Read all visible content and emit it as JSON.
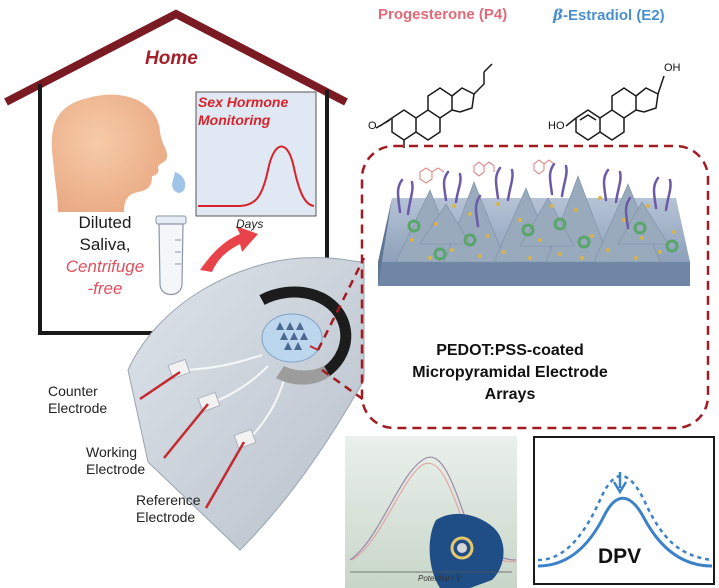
{
  "molecules": {
    "progesterone_title": "Progesterone (P4)",
    "estradiol_beta": "β",
    "estradiol_title": "-Estradiol (E2)",
    "oxygen_left": "O",
    "ho_left": "HO",
    "oh_top": "OH"
  },
  "house": {
    "label": "Home",
    "chart_title": "Sex Hormone Monitoring",
    "chart_xlabel": "Days",
    "saliva_line1": "Diluted",
    "saliva_line2": "Saliva,",
    "saliva_line3": "Centrifuge",
    "saliva_line4": "-free"
  },
  "device": {
    "counter_label": "Counter Electrode",
    "working_label": "Working Electrode",
    "reference_label": "Reference Electrode"
  },
  "zoom": {
    "pedot_label": "PEDOT:PSS-coated Micropyramidal Electrode Arrays"
  },
  "result": {
    "dpv_label": "DPV",
    "photo_axis": "Potential / V"
  },
  "colors": {
    "house_outline": "#7a1a22",
    "zoom_dash": "#a31b22",
    "progesterone": "#e06a78",
    "estradiol": "#4a8fd0",
    "dpv_curve": "#3b82c8"
  }
}
